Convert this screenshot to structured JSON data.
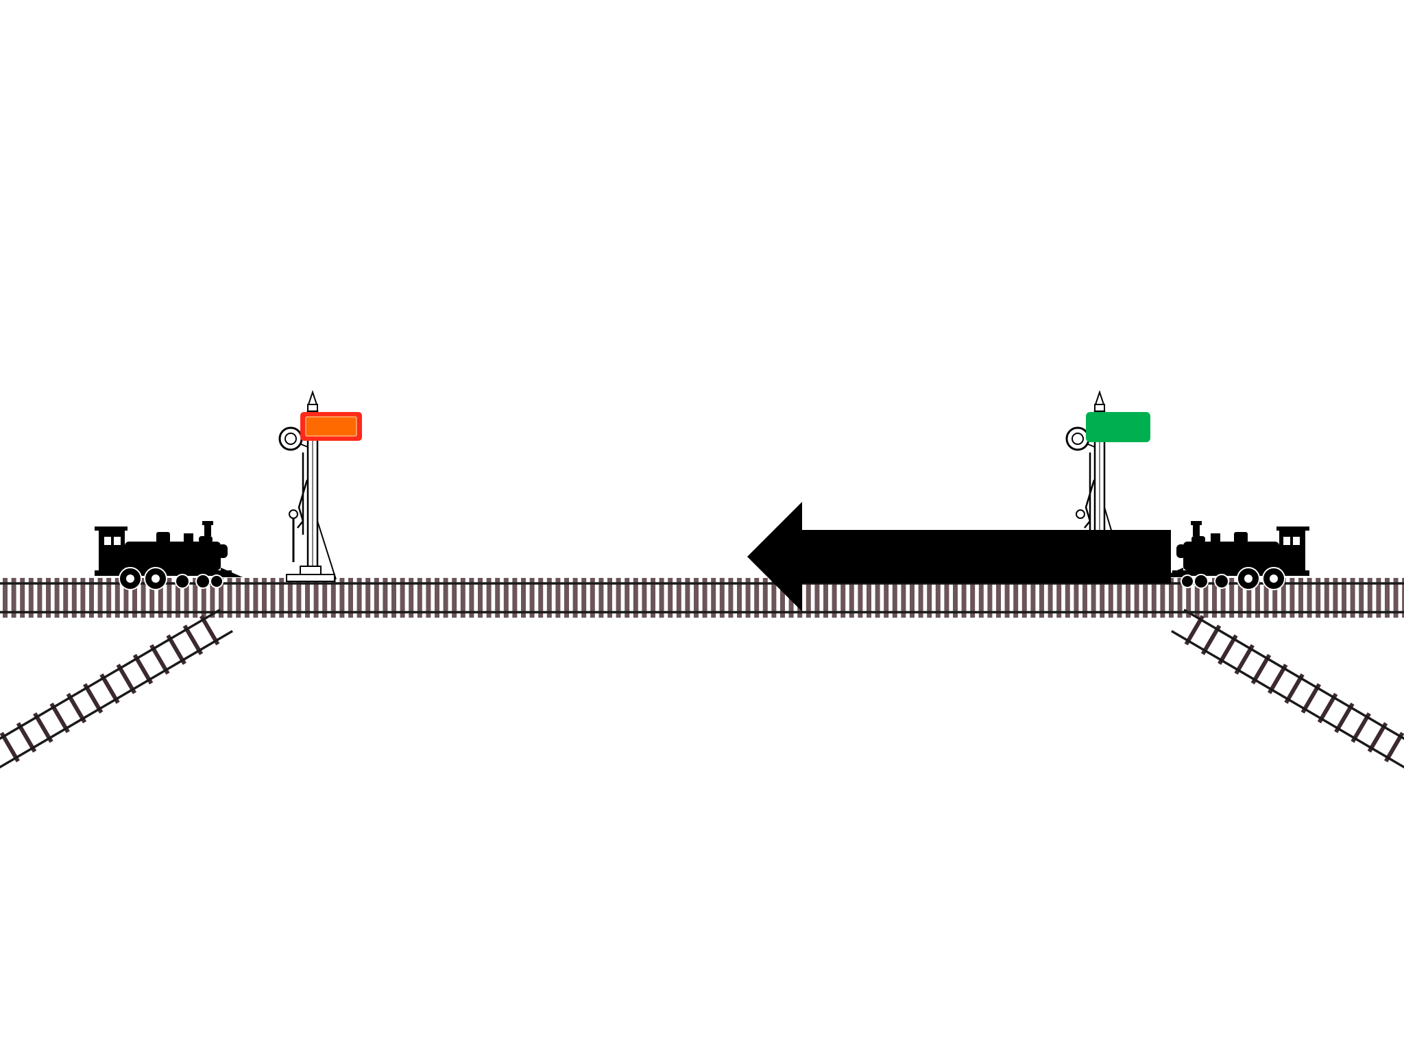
{
  "scene": {
    "background": "#ffffff",
    "colors": {
      "rail": "#1a1a1a",
      "tie": "#6b5559",
      "branch_tie": "#3d2a2e",
      "silhouette": "#000000",
      "arrow": "#000000",
      "signal_left_fill": "#ff6a00",
      "signal_left_border": "#ff2a1a",
      "signal_right_fill": "#00b050"
    },
    "icons": {
      "main_track": "railway-track",
      "branch_left": "railway-branch-track",
      "branch_right": "railway-branch-track",
      "left_locomotive": "steam-locomotive-icon",
      "right_locomotive": "steam-locomotive-icon",
      "left_signal": "semaphore-signal-icon",
      "right_signal": "semaphore-signal-icon",
      "arrow": "left-arrow-icon"
    },
    "signals": {
      "left": {
        "state": "stop",
        "color": "red"
      },
      "right": {
        "state": "proceed",
        "color": "green"
      }
    },
    "arrow_direction": "left"
  }
}
